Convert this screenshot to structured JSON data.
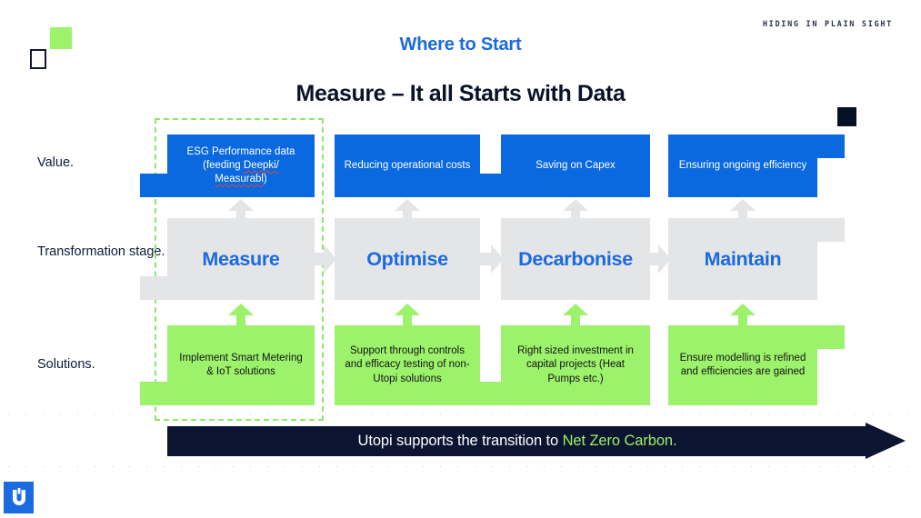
{
  "header": {
    "kicker": "HIDING IN PLAIN SIGHT",
    "eyebrow_title": "Where to Start",
    "main_title": "Measure – It all Starts with Data",
    "logo_icon": "square-mark-logo",
    "accent_green": "#9df26b",
    "accent_blue": "#0a69df",
    "navy": "#0b1430"
  },
  "rows": {
    "value_label": "Value.",
    "transformation_label": "Transformation stage.",
    "solutions_label": "Solutions."
  },
  "columns": [
    {
      "stage": "Measure",
      "value": "ESG Performance data (feeding Deepki/ Measurabl)",
      "value_line1": "ESG Performance data",
      "value_line2_pre": "(feeding ",
      "value_line2_misspelled": "Deepki/",
      "value_line3_misspelled": "Measurabl",
      "value_line3_post": ")",
      "solution": "Implement Smart Metering & IoT solutions",
      "highlighted": true
    },
    {
      "stage": "Optimise",
      "value": "Reducing operational costs",
      "solution": "Support through controls and efficacy testing of non-Utopi solutions",
      "highlighted": false
    },
    {
      "stage": "Decarbonise",
      "value": "Saving on Capex",
      "solution": "Right sized investment in capital projects (Heat Pumps etc.)",
      "highlighted": false
    },
    {
      "stage": "Maintain",
      "value": "Ensuring ongoing efficiency",
      "solution": "Ensure modelling is refined and efficiencies are gained",
      "highlighted": false
    }
  ],
  "banner": {
    "text_plain": "Utopi supports the transition to ",
    "text_accent": "Net Zero Carbon.",
    "arrow_icon": "right-arrow-banner"
  },
  "footer": {
    "logo_icon": "utopi-u-logo"
  }
}
